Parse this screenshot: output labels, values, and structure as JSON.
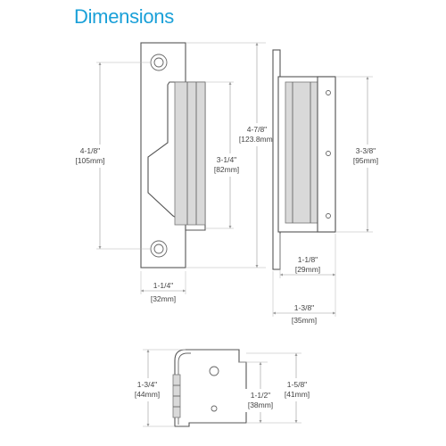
{
  "title": "Dimensions",
  "colors": {
    "title": "#1aa0d8",
    "outline": "#555555",
    "dimension_line": "#999999"
  },
  "front_view": {
    "height_overall": {
      "line1": "4-7/8\"",
      "line2": "[123.8mm]"
    },
    "height_holes": {
      "line1": "4-1/8\"",
      "line2": "[105mm]"
    },
    "height_keeper": {
      "line1": "3-1/4\"",
      "line2": "[82mm]"
    },
    "width": {
      "line1": "1-1/4\"",
      "line2": "[32mm]"
    }
  },
  "side_view": {
    "height_body": {
      "line1": "3-3/8\"",
      "line2": "[95mm]"
    },
    "depth_body": {
      "line1": "1-1/8\"",
      "line2": "[29mm]"
    },
    "depth_overall": {
      "line1": "1-3/8\"",
      "line2": "[35mm]"
    }
  },
  "top_view": {
    "height_overall": {
      "line1": "1-3/4\"",
      "line2": "[44mm]"
    },
    "height_body": {
      "line1": "1-1/2\"",
      "line2": "[38mm]"
    },
    "height_right": {
      "line1": "1-5/8\"",
      "line2": "[41mm]"
    }
  }
}
